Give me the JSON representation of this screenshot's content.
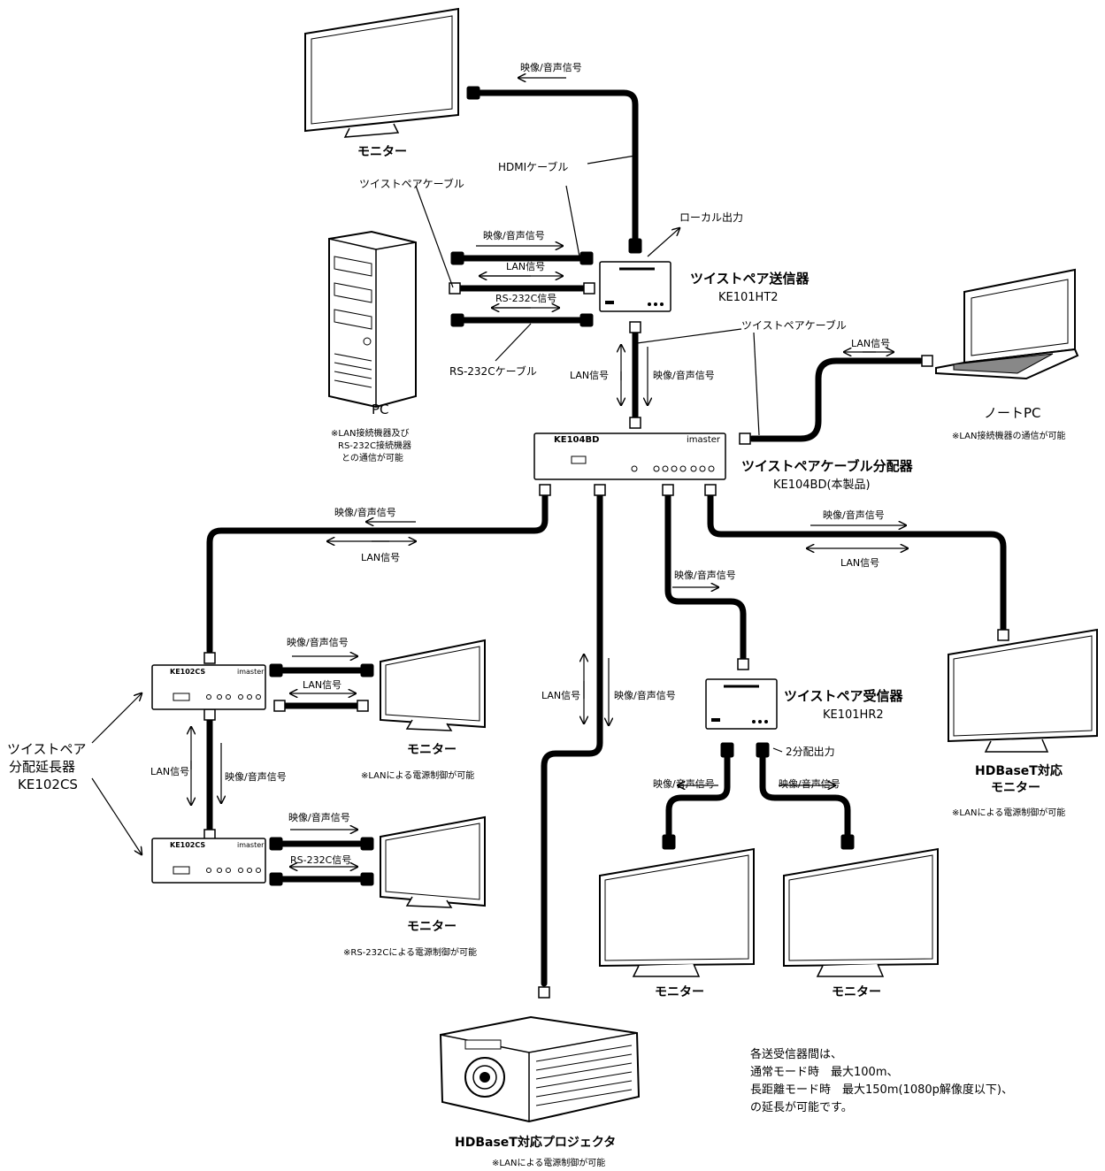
{
  "labels": {
    "monitor": "モニター",
    "av_signal": "映像/音声信号",
    "lan_signal": "LAN信号",
    "rs232c_signal": "RS-232C信号",
    "hdmi_cable": "HDMIケーブル",
    "twisted_pair_cable": "ツイストペアケーブル",
    "local_output": "ローカル出力",
    "rs232c_cable": "RS-232Cケーブル",
    "two_split_output": "2分配出力"
  },
  "devices": {
    "transmitter": {
      "name": "ツイストペア送信器",
      "model": "KE101HT2"
    },
    "splitter": {
      "name": "ツイストペアケーブル分配器",
      "model": "KE104BD(本製品)"
    },
    "receiver": {
      "name": "ツイストペア受信器",
      "model": "KE101HR2"
    },
    "extender": {
      "name_line1": "ツイストペア",
      "name_line2": "分配延長器",
      "model": "KE102CS"
    },
    "pc": {
      "name": "PC",
      "note_line1": "※LAN接続機器及び",
      "note_line2": "RS-232C接続機器",
      "note_line3": "との通信が可能"
    },
    "notebook": {
      "name": "ノートPC",
      "note": "※LAN接続機器の通信が可能"
    },
    "hdbaset_monitor": {
      "name_line1": "HDBaseT対応",
      "name_line2": "モニター",
      "note": "※LANによる電源制御が可能"
    },
    "projector": {
      "name": "HDBaseT対応プロジェクタ",
      "note": "※LANによる電源制御が可能"
    }
  },
  "notes": {
    "lan_power": "※LANによる電源制御が可能",
    "rs232c_power": "※RS-232Cによる電源制御が可能"
  },
  "device_marks": {
    "splitter_id": "KE104BD",
    "extender_id": "KE102CS",
    "brand": "imaster"
  },
  "range_note": {
    "line1": "各送受信器間は、",
    "line2": "通常モード時　最大100m、",
    "line3": "長距離モード時　最大150m(1080p解像度以下)、",
    "line4": "の延長が可能です。"
  }
}
